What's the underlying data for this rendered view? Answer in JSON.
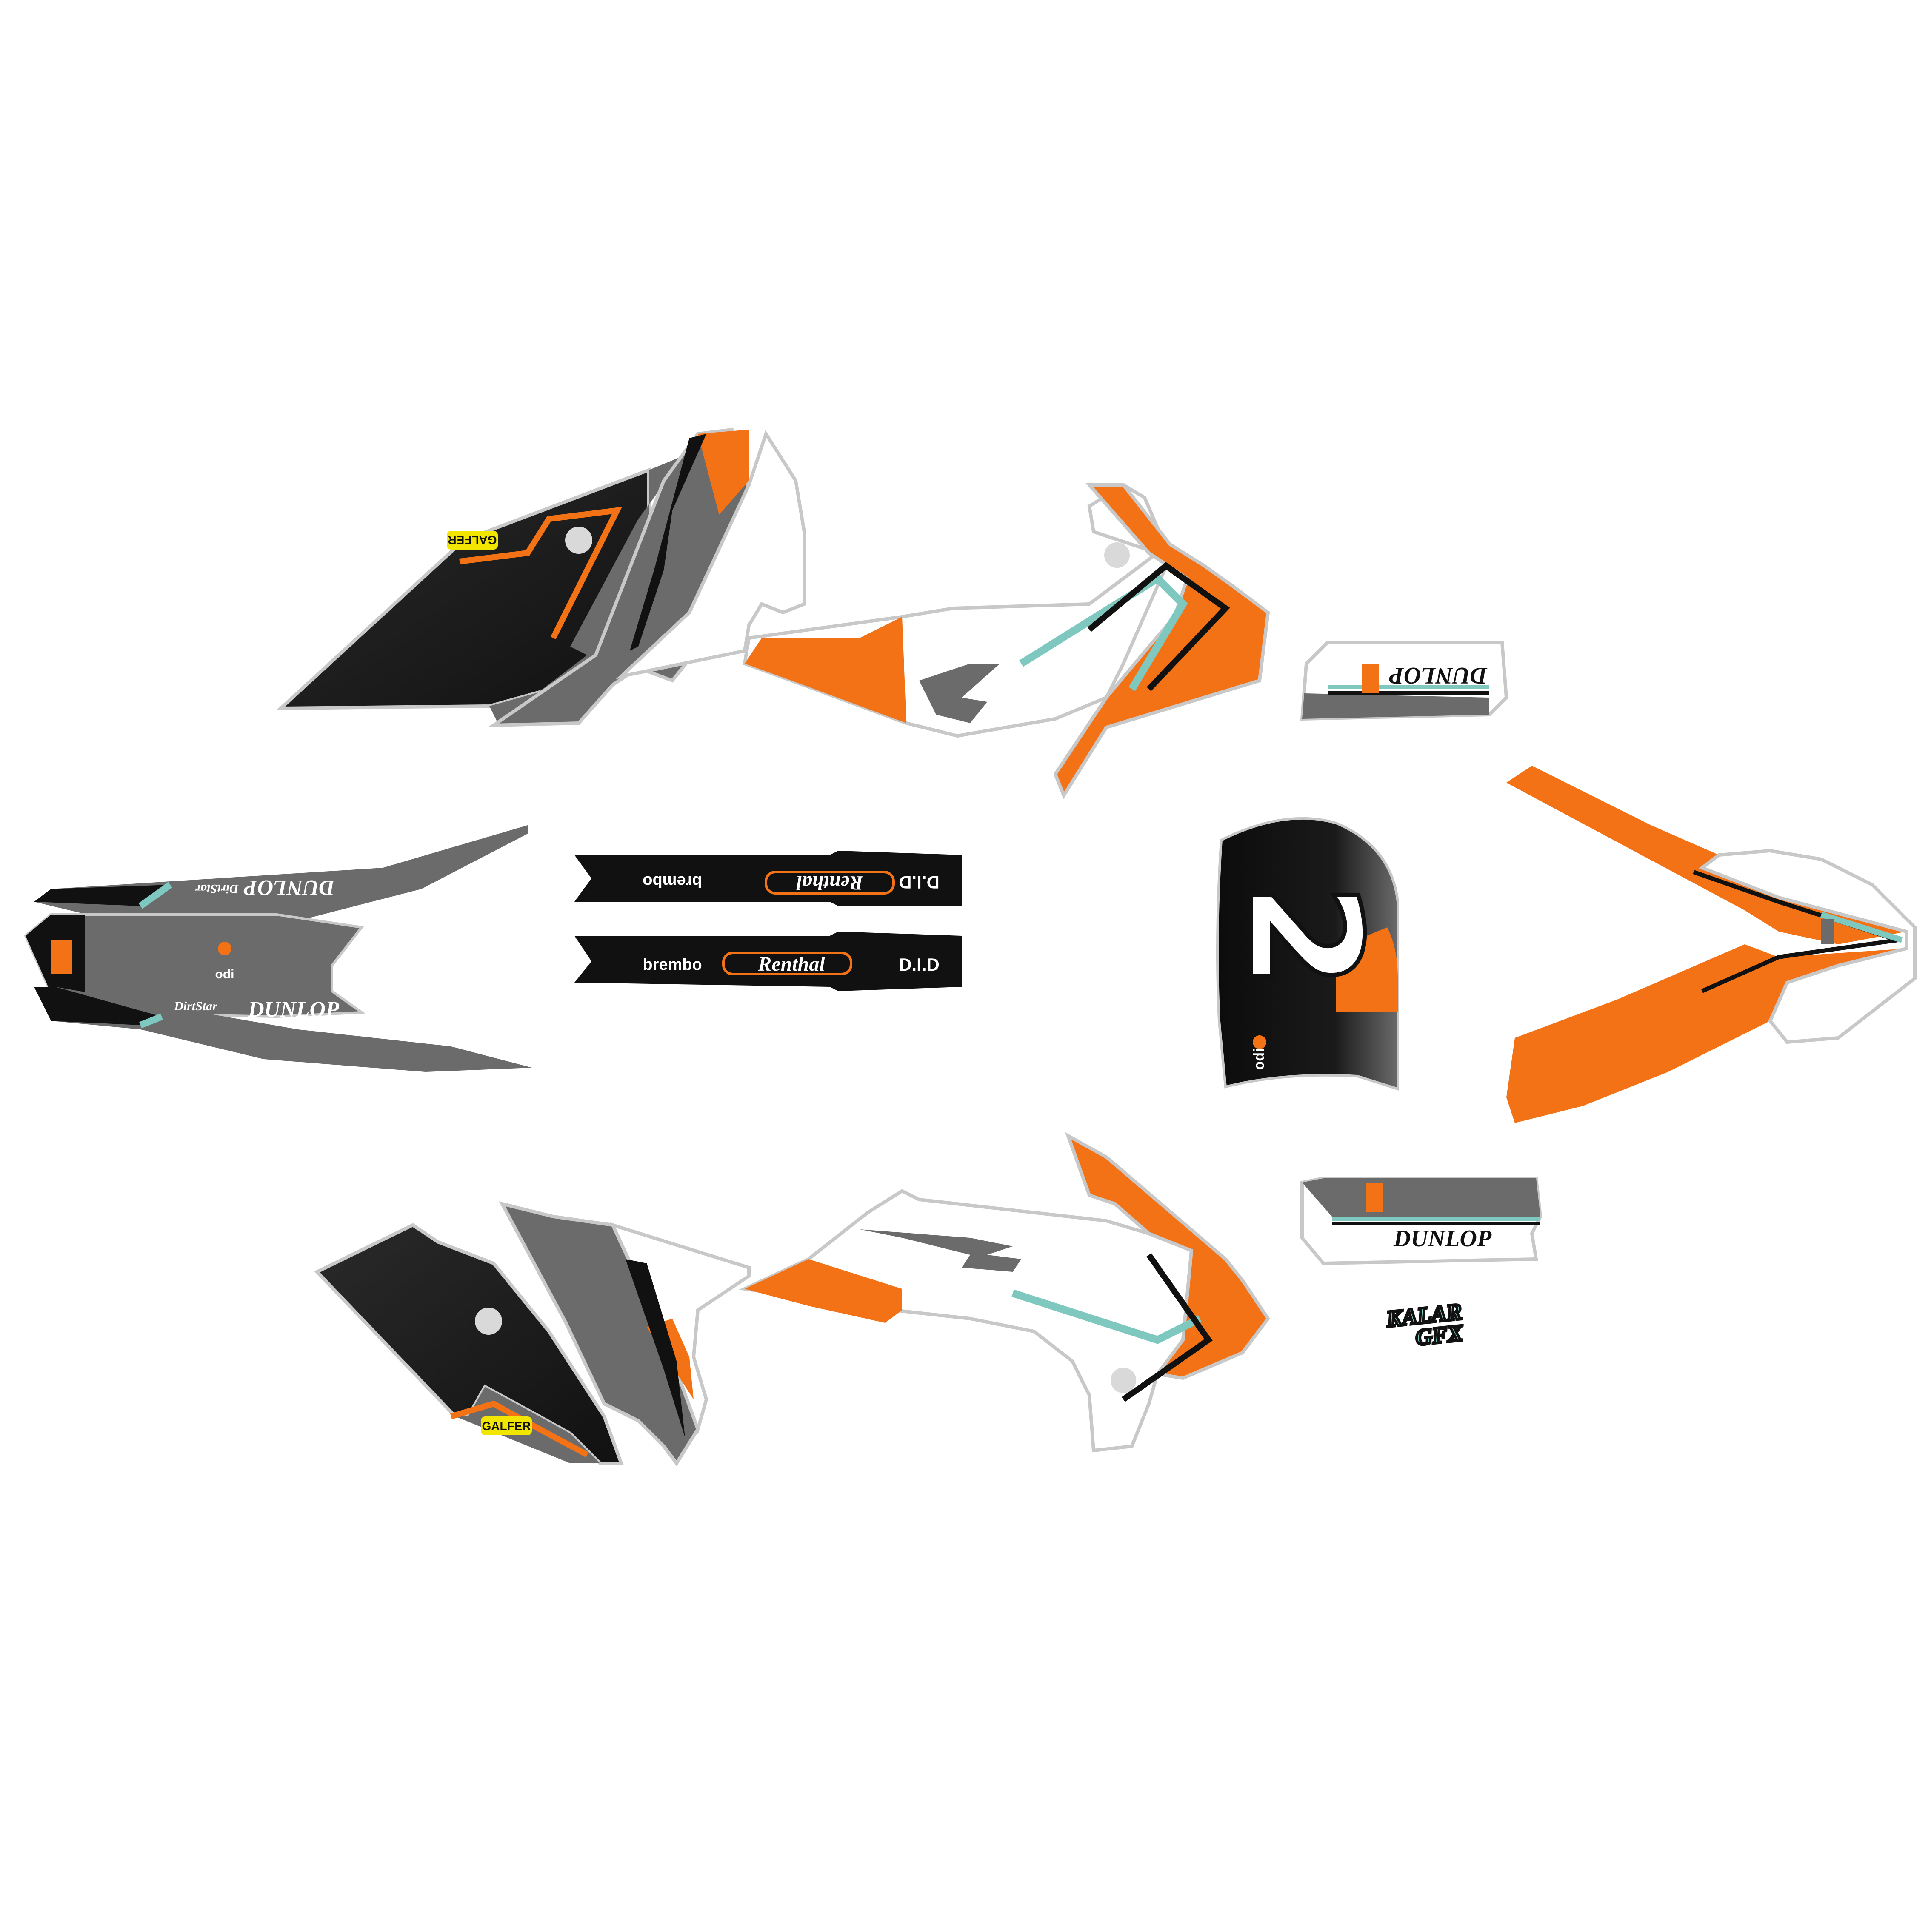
{
  "title": "",
  "colors": {
    "orange": "#f47216",
    "black": "#111111",
    "dark_gray": "#5a5a5a",
    "mid_gray": "#6b6b6b",
    "light_gray": "#d9d9d9",
    "white": "#ffffff",
    "teal": "#7fc8bf",
    "yellow": "#f2e500",
    "outline": "#c8c8c8"
  },
  "brands": {
    "galfer": "GALFER",
    "dunlop": "DUNLOP",
    "dirtstar": "DirtStar",
    "brembo": "brembo",
    "renthal": "Renthal",
    "did": "D.I.D",
    "odi": "odi",
    "kalar_top": "KALAR",
    "kalar_bottom": "GFX"
  },
  "number_plate": {
    "number": "2"
  },
  "pieces": {
    "top_side_panel": "side-panel-top",
    "bottom_side_panel": "side-panel-bottom",
    "top_shroud": "radiator-shroud-top",
    "bottom_shroud": "radiator-shroud-bottom",
    "rear_fender": "rear-fender",
    "front_fender": "front-fender",
    "swingarm_top": "swingarm-decal-top",
    "swingarm_bottom": "swingarm-decal-bottom",
    "fork_top": "fork-guard-top",
    "fork_bottom": "fork-guard-bottom",
    "front_plate": "front-number-plate",
    "logo": "kalar-gfx-logo"
  }
}
